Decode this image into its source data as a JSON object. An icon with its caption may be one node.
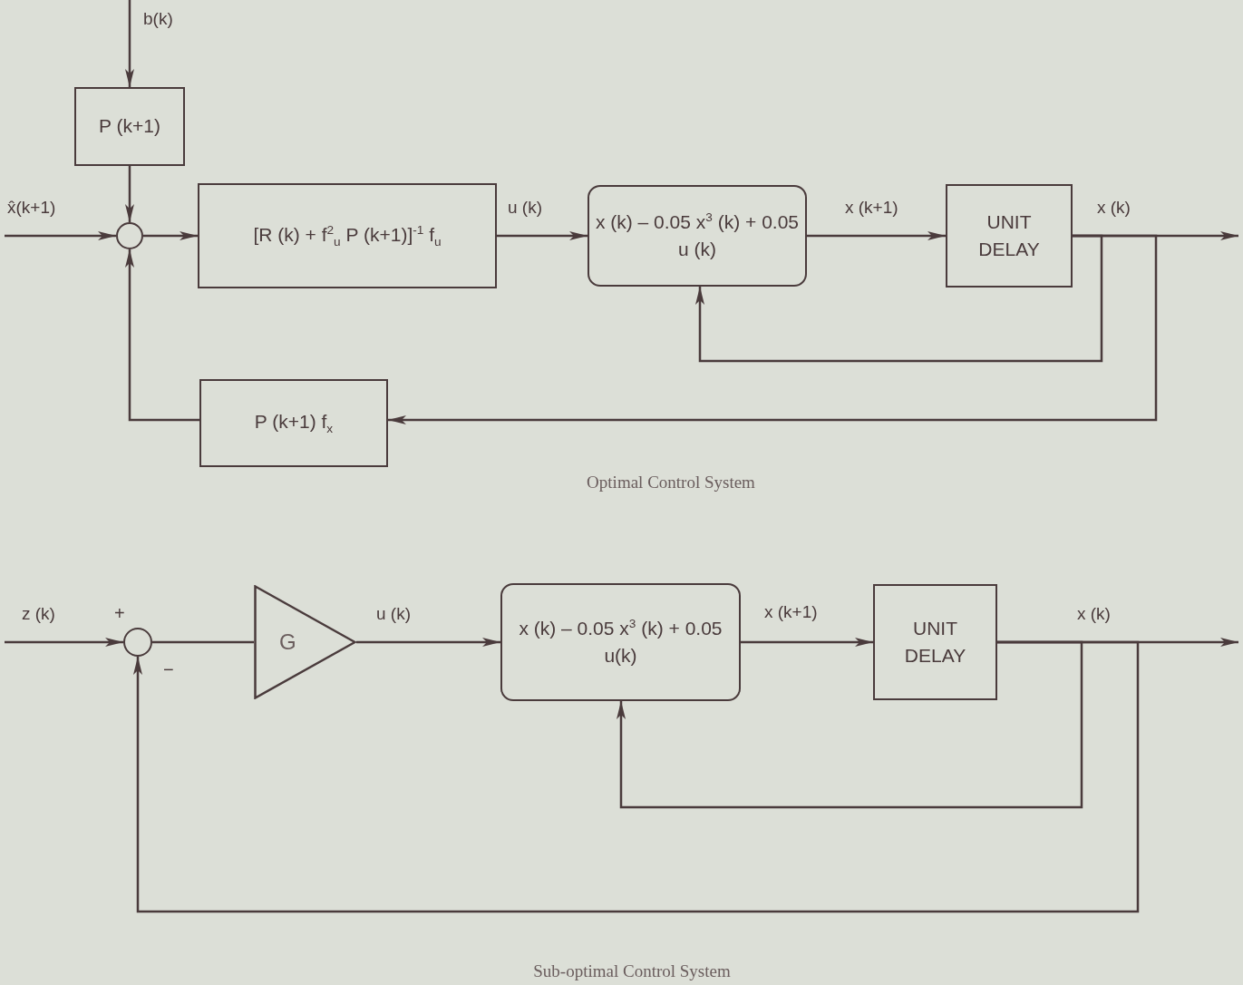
{
  "diagram": {
    "nodes": [
      {
        "text": [
          "P (k+1)"
        ]
      },
      {
        "text": [],
        "shape": "circle"
      },
      {
        "text": [
          "[R (k) + f$^{2}$$_{u}$ P (k+1)]$^{-1}$ f$_{u}$"
        ]
      },
      {
        "text": [
          "x (k) – 0.05 x$^{3}$ (k) + 0.05 u (k)"
        ]
      },
      {
        "text": [
          "UNIT DELAY"
        ]
      },
      {
        "text": [
          "P (k+1) f$_{x}$"
        ]
      },
      {
        "text": [],
        "shape": "circle",
        "beside": [
          "+",
          "−"
        ]
      },
      {
        "text": [
          "G"
        ]
      },
      {
        "text": [
          "x (k) – 0.05 x$^{3}$ (k) + 0.05 u(k)"
        ]
      },
      {
        "text": [
          "UNIT DELAY"
        ]
      }
    ],
    "edges": [
      {
        "from": null,
        "to": 0,
        "arrow": "to",
        "label": "b(k)"
      },
      {
        "from": 0,
        "to": 1,
        "arrow": "to"
      },
      {
        "from": null,
        "to": 1,
        "arrow": "to",
        "label": "x̂(k+1)"
      },
      {
        "from": 1,
        "to": 2,
        "arrow": "to"
      },
      {
        "from": 2,
        "to": 3,
        "arrow": "to",
        "label": "u (k)"
      },
      {
        "from": 3,
        "to": 4,
        "arrow": "to",
        "label": "x (k+1)"
      },
      {
        "from": 4,
        "to": null,
        "arrow": "to",
        "label": "x (k)"
      },
      {
        "from": 4,
        "to": 3,
        "arrow": "to"
      },
      {
        "from": 4,
        "to": 5,
        "arrow": "to"
      },
      {
        "from": 5,
        "to": 1,
        "arrow": "to"
      },
      {
        "from": null,
        "to": 6,
        "arrow": "to",
        "label": "z (k)"
      },
      {
        "from": 6,
        "to": 7,
        "arrow": "none"
      },
      {
        "from": 7,
        "to": 8,
        "arrow": "to",
        "label": "u (k)"
      },
      {
        "from": 8,
        "to": 9,
        "arrow": "to",
        "label": "x (k+1)"
      },
      {
        "from": 9,
        "to": null,
        "arrow": "to",
        "label": "x (k)"
      },
      {
        "from": 9,
        "to": 8,
        "arrow": "to"
      },
      {
        "from": 9,
        "to": 6,
        "arrow": "to"
      }
    ],
    "labels": [
      "Optimal Control System",
      "Sub-optimal Control System"
    ]
  }
}
